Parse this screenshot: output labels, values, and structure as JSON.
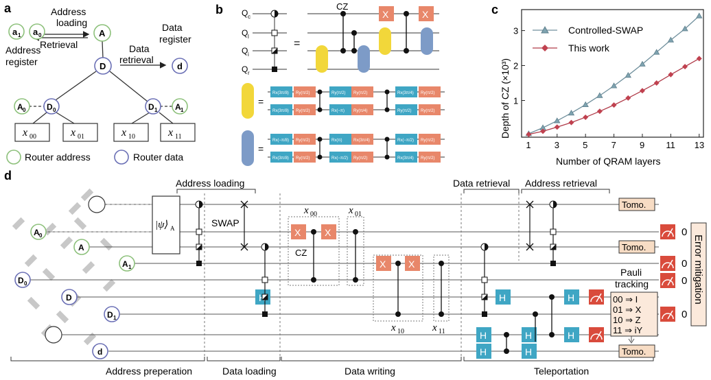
{
  "panel_a": {
    "label": "a",
    "address_loading": "Address\nloading",
    "retrieval": "Retrieval",
    "data_register": "Data\nregister",
    "data_retrieval": "Data\nretrieval",
    "address_register": "Address\nregister",
    "nodes": {
      "a1": "a",
      "a1_sub": "1",
      "a0": "a",
      "a0_sub": "0",
      "A": "A",
      "D": "D",
      "d": "d",
      "A0": "A",
      "A0_sub": "0",
      "D0": "D",
      "D0_sub": "0",
      "D1": "D",
      "D1_sub": "1",
      "A1": "A",
      "A1_sub": "1"
    },
    "leaves": [
      "x",
      "x",
      "x",
      "x"
    ],
    "leaf_subs": [
      "00",
      "01",
      "10",
      "11"
    ],
    "legend_router_address": "Router address",
    "legend_router_data": "Router data"
  },
  "panel_b": {
    "label": "b",
    "qubits": [
      "Q",
      "Q",
      "Q",
      "Q"
    ],
    "qubit_subs": [
      "c",
      "l",
      "i",
      "r"
    ],
    "cz_label": "CZ",
    "x_gate": "X",
    "equals": "=",
    "yellow_row1": [
      "Rx(3π/8)",
      "Ry(π/2)",
      "Ry(π/2)",
      "Ry(π/2)",
      "Rx(3π/4)",
      "Ry(π/2)"
    ],
    "yellow_row2": [
      "Rx(3π/8)",
      "Ry(π/2)",
      "Rx(−π)",
      "Ry(π/4)",
      "Ry(π/2)",
      "Ry(π/2)"
    ],
    "blue_row1": [
      "Rx(−π/8)",
      "Ry(π/2)",
      "Rx(π)",
      "Rx(3π/4)",
      "Rx(−π/2)",
      "Ry(π/2)"
    ],
    "blue_row2": [
      "Rx(3π/8)",
      "Ry(π/2)",
      "Rx(−π/2)",
      "Ry(π/2)",
      "Rx(3π/4)",
      "Ry(π/2)"
    ]
  },
  "panel_c": {
    "label": "c",
    "ylabel": "Depth of CZ (×10³)",
    "xlabel": "Number of QRAM layers",
    "legend_cswap": "Controlled-SWAP",
    "legend_this": "This work"
  },
  "chart_data": {
    "type": "line",
    "title": "",
    "xlabel": "Number of QRAM layers",
    "ylabel": "Depth of CZ (×10³)",
    "x": [
      1,
      2,
      3,
      4,
      5,
      6,
      7,
      8,
      9,
      10,
      11,
      12,
      13
    ],
    "xticks": [
      "1",
      "3",
      "5",
      "7",
      "9",
      "11",
      "13"
    ],
    "yticks": [
      "1",
      "2",
      "3"
    ],
    "xlim": [
      0.5,
      13.3
    ],
    "ylim": [
      -0.05,
      3.6
    ],
    "legend_position": "top-left",
    "series": [
      {
        "name": "Controlled-SWAP",
        "color": "#6f8f9c",
        "marker": "triangle",
        "values": [
          0.05,
          0.22,
          0.42,
          0.64,
          0.88,
          1.14,
          1.42,
          1.72,
          2.04,
          2.38,
          2.73,
          3.05,
          3.42
        ]
      },
      {
        "name": "This work",
        "color": "#b03a48",
        "marker": "diamond",
        "values": [
          0.03,
          0.12,
          0.24,
          0.37,
          0.52,
          0.69,
          0.87,
          1.07,
          1.28,
          1.5,
          1.74,
          1.97,
          2.2
        ]
      }
    ]
  },
  "panel_d": {
    "label": "d",
    "address_loading": "Address loading",
    "data_retrieval": "Data retrieval",
    "address_retrieval": "Address retrieval",
    "swap": "SWAP",
    "cz": "CZ",
    "psi": "|ψ⟩",
    "psi_sub": "A",
    "tomo": "Tomo.",
    "h_gate": "H",
    "x_gate": "X",
    "x_labels": [
      "x",
      "x",
      "x",
      "x"
    ],
    "x_label_subs": [
      "00",
      "01",
      "10",
      "11"
    ],
    "nodes": [
      "A",
      "A",
      "A",
      "D",
      "D",
      "D",
      "d"
    ],
    "node_subs": [
      "0",
      "",
      "1",
      "0",
      "",
      "1",
      ""
    ],
    "pauli_tracking": "Pauli\ntracking",
    "pauli_rows": [
      "00 ⇒  I",
      "01 ⇒  X",
      "10 ⇒  Z",
      "11 ⇒ iY"
    ],
    "measure_outcome": "0",
    "error_mitigation": "Error mitigation",
    "bottom_labels": [
      "Address preperation",
      "Data loading",
      "Data writing",
      "Teleportation"
    ]
  },
  "colors": {
    "orange_gate": "#e8876a",
    "teal_gate": "#3fa6c4",
    "yellow_block": "#f2d73a",
    "blue_block": "#7d9bc7",
    "node_green": "#8cc07a",
    "node_purple": "#6a6fb5",
    "tomo_fill": "#f7dcc4",
    "meas_fill": "#d94b3c"
  }
}
